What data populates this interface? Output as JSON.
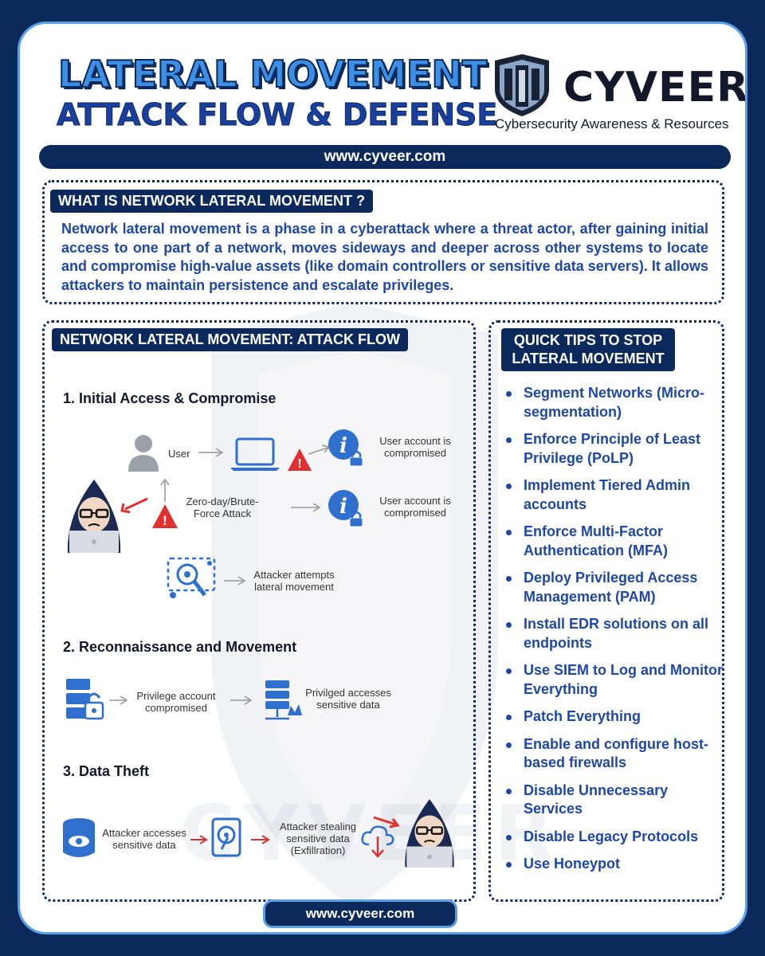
{
  "header": {
    "title_line1": "LATERAL MOVEMENT",
    "title_line2": "ATTACK FLOW & DEFENSE",
    "brand": "CYVEER",
    "tagline": "Cybersecurity Awareness & Resources",
    "url": "www.cyveer.com"
  },
  "definition": {
    "heading": "WHAT IS NETWORK LATERAL MOVEMENT ?",
    "text": "Network lateral movement is a phase in a cyberattack where a threat actor, after gaining initial access to one part of a network, moves sideways and deeper across other systems to locate and compromise high-value assets (like domain controllers or sensitive data servers). It allows attackers to maintain persistence and escalate privileges."
  },
  "attack_flow": {
    "heading": "NETWORK LATERAL MOVEMENT: ATTACK FLOW",
    "step1": {
      "title": "1. Initial Access & Compromise",
      "user": "User",
      "compromised_1": "User account is compromised",
      "attack": "Zero-day/Brute-Force Attack",
      "compromised_2": "User account is compromised",
      "lateral": "Attacker attempts lateral movement"
    },
    "step2": {
      "title": "2. Reconnaissance and Movement",
      "privilege": "Privilege account compromised",
      "access": "Privilged accesses sensitive data"
    },
    "step3": {
      "title": "3. Data Theft",
      "accesses": "Attacker accesses sensitive data",
      "stealing": "Attacker stealing sensitive data (Exfillration)"
    }
  },
  "tips": {
    "heading": "QUICK TIPS TO STOP LATERAL MOVEMENT",
    "items": [
      "Segment Networks (Micro-segmentation)",
      "Enforce Principle of Least Privilege (PoLP)",
      "Implement Tiered Admin accounts",
      "Enforce Multi-Factor Authentication (MFA)",
      "Deploy Privileged Access Management (PAM)",
      "Install EDR solutions on all endpoints",
      "Use SIEM to Log and Monitor Everything",
      "Patch Everything",
      "Enable and configure host-based firewalls",
      "Disable Unnecessary Services",
      "Disable Legacy Protocols",
      "Use Honeypot"
    ]
  },
  "footer": {
    "url": "www.cyveer.com"
  },
  "watermark": "CYVEER",
  "colors": {
    "navy": "#0b2a5b",
    "accent_blue": "#3d8fe6",
    "text_blue": "#1f47a6",
    "alert_red": "#e03030"
  }
}
